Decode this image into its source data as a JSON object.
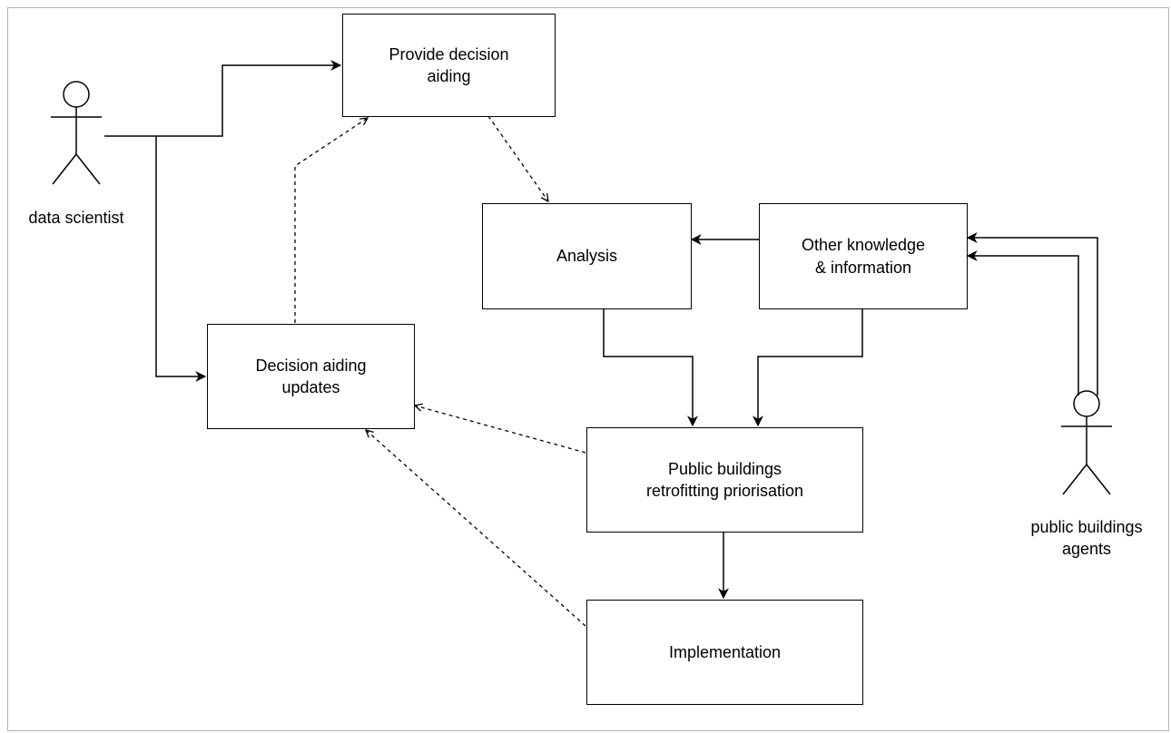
{
  "diagram": {
    "nodes": {
      "provide": "Provide decision\naiding",
      "analysis": "Analysis",
      "other": "Other knowledge\n& information",
      "updates": "Decision aiding\nupdates",
      "priorisation": "Public buildings\nretrofitting priorisation",
      "implementation": "Implementation"
    },
    "actors": {
      "data_scientist": "data scientist",
      "agents": "public buildings\nagents"
    },
    "colors": {
      "line": "#000000",
      "frame": "#b3b3b3"
    }
  }
}
